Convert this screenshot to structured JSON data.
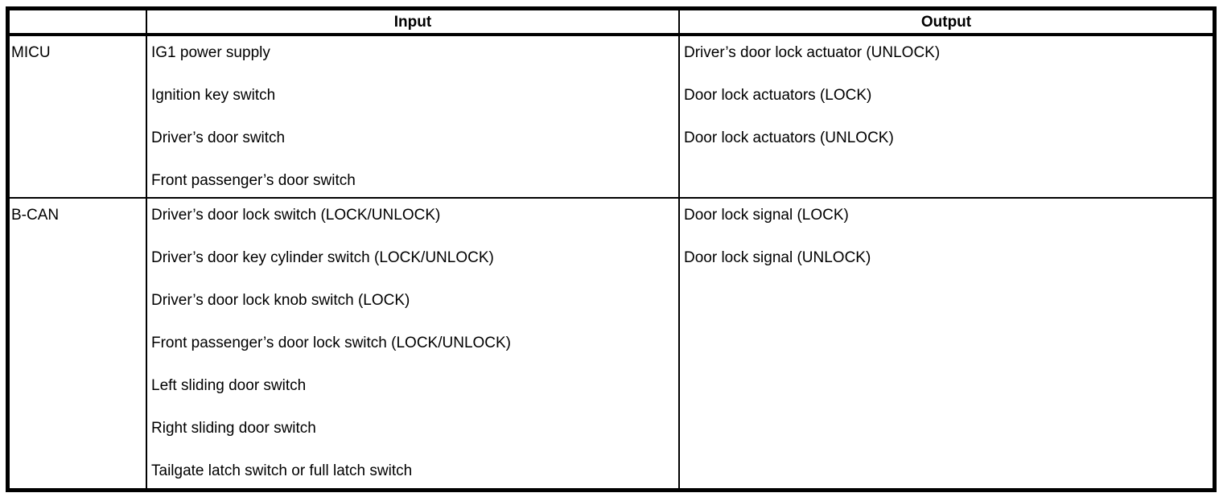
{
  "table": {
    "header": {
      "corner": "",
      "input": "Input",
      "output": "Output"
    },
    "rows": [
      {
        "source": "MICU",
        "inputs": [
          "IG1 power supply",
          "Ignition key switch",
          "Driver’s door switch",
          "Front passenger’s door switch"
        ],
        "outputs": [
          "Driver’s door lock actuator (UNLOCK)",
          "Door lock actuators (LOCK)",
          "Door lock actuators (UNLOCK)"
        ]
      },
      {
        "source": "B-CAN",
        "inputs": [
          "Driver’s door lock switch (LOCK/UNLOCK)",
          "Driver’s door key cylinder switch (LOCK/UNLOCK)",
          "Driver’s door lock knob switch (LOCK)",
          "Front passenger’s door lock switch (LOCK/UNLOCK)",
          "Left sliding door switch",
          "Right sliding door switch",
          "Tailgate latch switch or full latch switch"
        ],
        "outputs": [
          "Door lock signal (LOCK)",
          "Door lock signal (UNLOCK)"
        ]
      }
    ]
  },
  "colors": {
    "border": "#000000",
    "text": "#000000",
    "background": "#ffffff"
  }
}
